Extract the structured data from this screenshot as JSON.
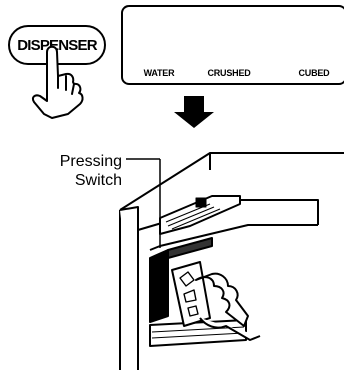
{
  "dispenser_button": {
    "label": "DISPENSER"
  },
  "modes": [
    {
      "label": "WATER",
      "icon": "water-glass-icon",
      "selected": false
    },
    {
      "label": "CRUSHED",
      "icon": "crushed-ice-icon",
      "selected": false
    },
    {
      "label": "CUBED",
      "icon": "cubed-ice-icon",
      "selected": true
    }
  ],
  "callout": {
    "line1": "Pressing",
    "line2": "Switch"
  }
}
